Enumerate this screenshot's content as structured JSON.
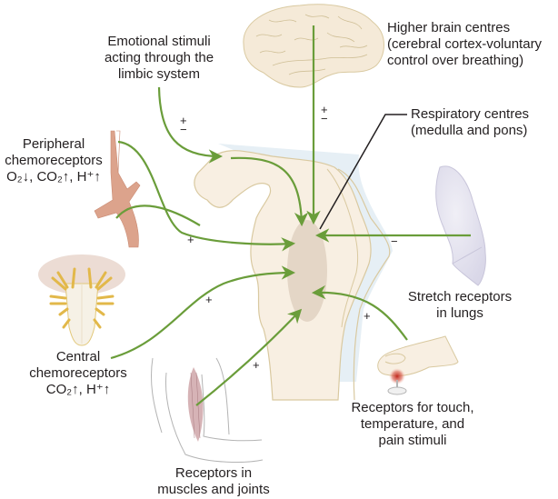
{
  "title": "Factors influencing the respiratory centres",
  "colors": {
    "arrow": "#6a9d3a",
    "tissue": "#f8efe2",
    "tissue_outline": "#d9c9a0",
    "respiratory_centre": "#e4d6c6",
    "csf": "#e6eff5",
    "artery": "#dca38c",
    "lung": "#e3e1ee",
    "nerve": "#e8c96a",
    "muscle": "#c89a9e",
    "pain": "#c0281e"
  },
  "labels": {
    "higher_brain": [
      "Higher brain centres",
      "(cerebral cortex-voluntary",
      "control over breathing)"
    ],
    "emotional": [
      "Emotional stimuli",
      "acting through the",
      "limbic system"
    ],
    "respiratory_centres": [
      "Respiratory centres",
      "(medulla and pons)"
    ],
    "peripheral": {
      "lines": [
        "Peripheral",
        "chemoreceptors"
      ],
      "stimuli": "O₂↓, CO₂↑, H⁺↑"
    },
    "stretch": [
      "Stretch receptors",
      "in lungs"
    ],
    "central": {
      "lines": [
        "Central",
        "chemoreceptors"
      ],
      "stimuli": "CO₂↑, H⁺↑"
    },
    "touch": [
      "Receptors for touch,",
      "temperature, and",
      "pain stimuli"
    ],
    "muscles": [
      "Receptors in",
      "muscles and joints"
    ]
  },
  "signs": {
    "emotional": {
      "top": "+",
      "bottom": "−"
    },
    "higher_brain": {
      "top": "+",
      "bottom": "−"
    },
    "peripheral": "+",
    "stretch": "−",
    "central": "+",
    "muscles": "+",
    "touch": "+"
  }
}
